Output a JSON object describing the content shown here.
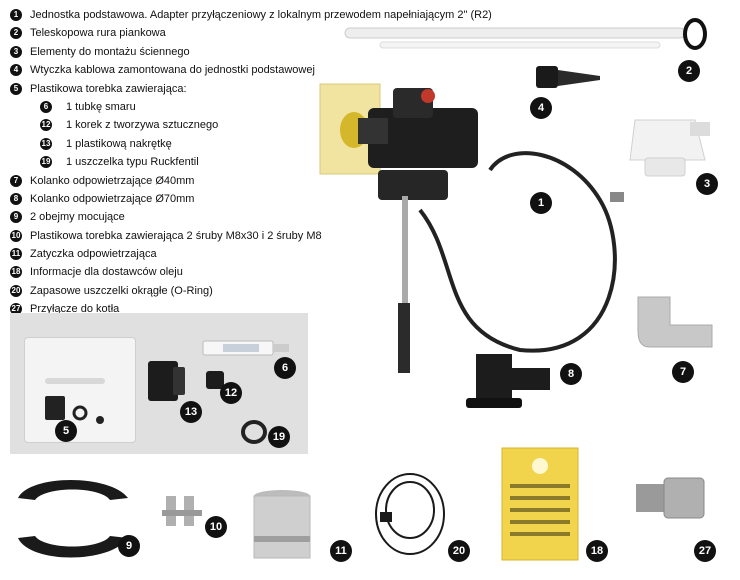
{
  "legend": [
    {
      "num": "1",
      "text": "Jednostka podstawowa. Adapter przyłączeniowy z lokalnym przewodem napełniającym 2\" (R2)"
    },
    {
      "num": "2",
      "text": "Teleskopowa rura piankowa"
    },
    {
      "num": "3",
      "text": "Elementy do montażu ściennego"
    },
    {
      "num": "4",
      "text": "Wtyczka kablowa zamontowana do jednostki podstawowej"
    },
    {
      "num": "5",
      "text": "Plastikowa torebka zawierająca:"
    },
    {
      "num": "6",
      "text": "1 tubkę smaru",
      "sub": true
    },
    {
      "num": "12",
      "text": "1 korek z tworzywa sztucznego",
      "sub": true
    },
    {
      "num": "13",
      "text": "1 plastikową nakrętkę",
      "sub": true
    },
    {
      "num": "19",
      "text": "1 uszczelka typu Ruckfentil",
      "sub": true
    },
    {
      "num": "7",
      "text": "Kolanko odpowietrzające Ø40mm"
    },
    {
      "num": "8",
      "text": "Kolanko odpowietrzające Ø70mm"
    },
    {
      "num": "9",
      "text": "2 obejmy mocujące"
    },
    {
      "num": "10",
      "text": "Plastikowa torebka zawierająca 2 śruby M8x30 i 2 śruby M8"
    },
    {
      "num": "11",
      "text": "Zatyczka odpowietrzająca"
    },
    {
      "num": "18",
      "text": "Informacje dla dostawców oleju"
    },
    {
      "num": "20",
      "text": "Zapasowe uszczelki okrągłe (O-Ring)"
    },
    {
      "num": "27",
      "text": "Przyłącze do kotła"
    }
  ],
  "callouts": {
    "c1": "1",
    "c2": "2",
    "c3": "3",
    "c4": "4",
    "c5": "5",
    "c6": "6",
    "c7": "7",
    "c8": "8",
    "c9": "9",
    "c10": "10",
    "c11": "11",
    "c12": "12",
    "c13": "13",
    "c18": "18",
    "c19": "19",
    "c20": "20",
    "c27": "27"
  },
  "colors": {
    "badge": "#111111",
    "label_yellow": "#f2d44c",
    "base_unit_yellow": "#f1e3a0",
    "panel_grey": "#e0e0e0"
  }
}
